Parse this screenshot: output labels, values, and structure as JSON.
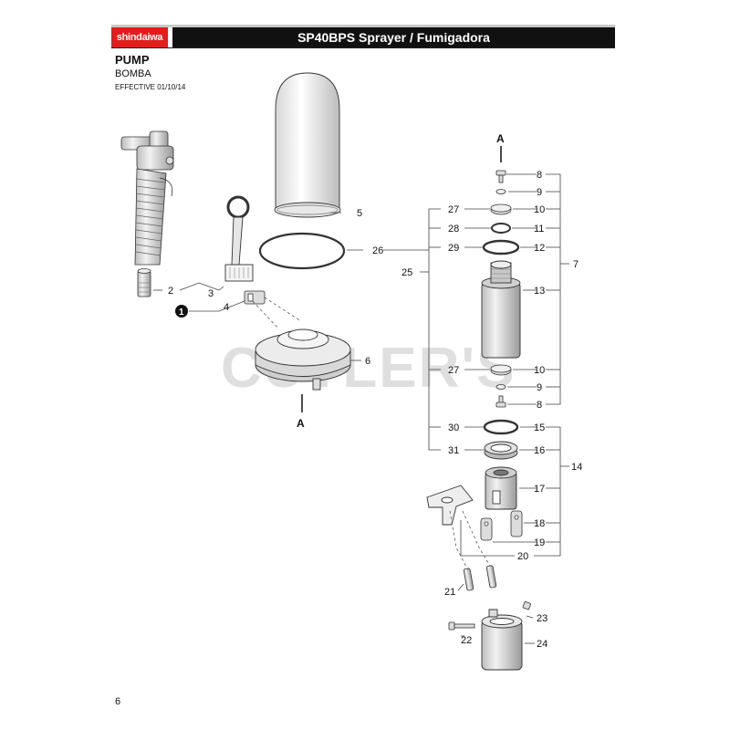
{
  "header": {
    "brand": "shindaiwa",
    "title": "SP40BPS Sprayer / Fumigadora"
  },
  "section": {
    "title": "PUMP",
    "subtitle": "BOMBA",
    "effective": "EFFECTIVE 01/10/14"
  },
  "watermark": "CUTLER'S",
  "page_number": "6",
  "view_marker": "A",
  "note_marker": "1",
  "callouts": {
    "c2": "2",
    "c3": "3",
    "c4": "4",
    "c5": "5",
    "c6": "6",
    "c7": "7",
    "c8a": "8",
    "c8b": "8",
    "c9a": "9",
    "c9b": "9",
    "c10a": "10",
    "c10b": "10",
    "c11": "11",
    "c12": "12",
    "c13": "13",
    "c14": "14",
    "c15": "15",
    "c16": "16",
    "c17": "17",
    "c18": "18",
    "c19": "19",
    "c20": "20",
    "c21": "21",
    "c22": "22",
    "c23": "23",
    "c24": "24",
    "c25": "25",
    "c26": "26",
    "c27a": "27",
    "c27b": "27",
    "c28": "28",
    "c29": "29",
    "c30": "30",
    "c31": "31"
  },
  "colors": {
    "brand_red": "#e31d1a",
    "header_black": "#111111",
    "part_gray": "#cfcfcf"
  }
}
